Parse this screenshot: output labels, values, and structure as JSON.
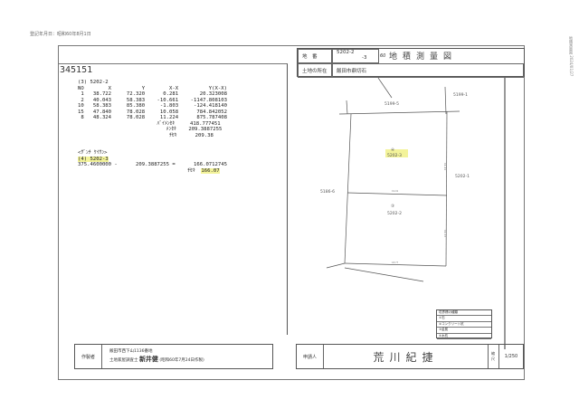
{
  "registration_note": "登記年月日：昭和60年8月1日",
  "side_stamp": "地積測量図 2024/01/27",
  "header": {
    "chiban_label": "地　番",
    "chiban_value": "5202-2",
    "chiban_add": "-3",
    "location_label": "土地の所在",
    "location_value": "飯田市鼎切石",
    "title": "地積測量図",
    "title_prefix": "60"
  },
  "doc_number": "345151",
  "calc": {
    "parcel1": "(3) 5202-2",
    "columns": [
      "NO",
      "X",
      "Y",
      "X-X",
      "Y(X-X)"
    ],
    "rows": [
      [
        "1",
        "38.722",
        "72.320",
        "0.281",
        "20.323008"
      ],
      [
        "2",
        "40.043",
        "58.383",
        "-10.661",
        "-1147.808103"
      ],
      [
        "10",
        "58.383",
        "85.380",
        "-1.803",
        "-124.418140"
      ],
      [
        "15",
        "47.840",
        "78.028",
        "10.058",
        "784.842052"
      ],
      [
        "8",
        "48.324",
        "78.028",
        "11.224",
        "875.787408"
      ]
    ],
    "sum_label": "ﾊﾞｲﾒﾝｾｷ",
    "sum_value": "418.777451",
    "half_label": "ﾒﾝｾｷ",
    "half_value": "209.3887255",
    "area_label": "ﾁｾｷ",
    "area_value": "209.38",
    "deduct_label": "<ｻﾞﾝﾁ ｹｲｻﾝ>",
    "parcel2": "(4) 5202-3",
    "deduct_line": "375.4600000 -      209.3887255 =      166.0712745",
    "area2_label": "ﾁｾｷ",
    "area2_value": "166.07"
  },
  "map": {
    "labels": [
      "5199-5",
      "5199-1",
      "5202-1",
      "5186-6"
    ],
    "parcel_a": "④",
    "parcel_a_no": "5202-3",
    "parcel_b": "③",
    "parcel_b_no": "5202-2",
    "dims": [
      "19.01",
      "18.77",
      "11.41",
      "11.23"
    ]
  },
  "legend": [
    "境界標の種類",
    "①石",
    "②コンクリート杭",
    "③金属",
    "④木杭"
  ],
  "footer": {
    "maker_label": "作製者",
    "maker_address": "飯田市西下山1136番地",
    "maker_title": "土地家屋調査士",
    "maker_name": "新井健",
    "date": "(昭和60年7月24日作製)",
    "applicant_label": "申請人",
    "applicant_name": "荒川紀捷",
    "scale_label": "縮尺",
    "scale_value": "1/250"
  }
}
